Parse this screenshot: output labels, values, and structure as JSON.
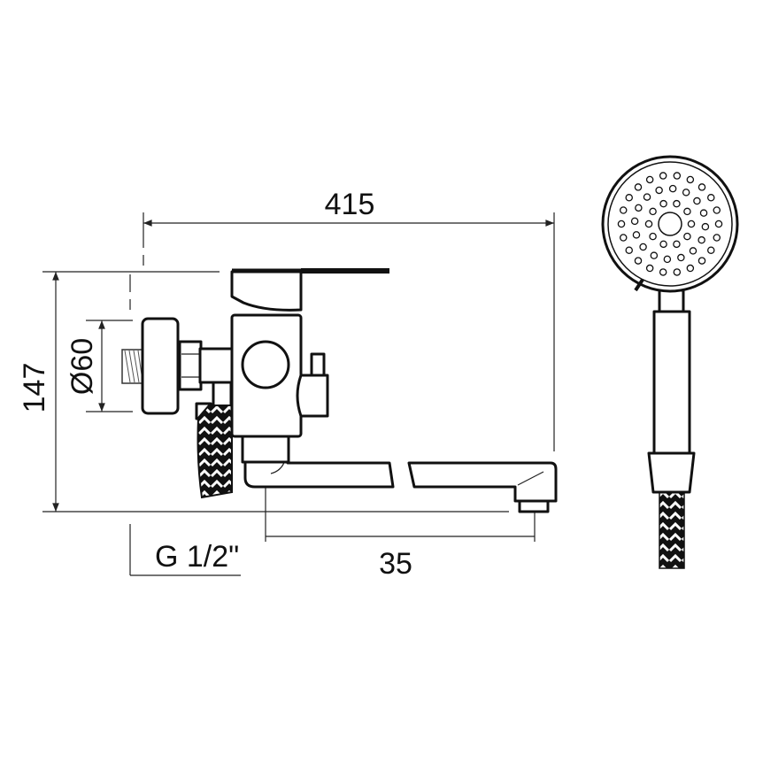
{
  "dimensions": {
    "overall_length": "415",
    "height": "147",
    "flange_diameter": "Ø60",
    "spout_offset": "35",
    "connection_thread": "G 1/2\""
  },
  "colors": {
    "line": "#111111",
    "background": "#ffffff"
  }
}
